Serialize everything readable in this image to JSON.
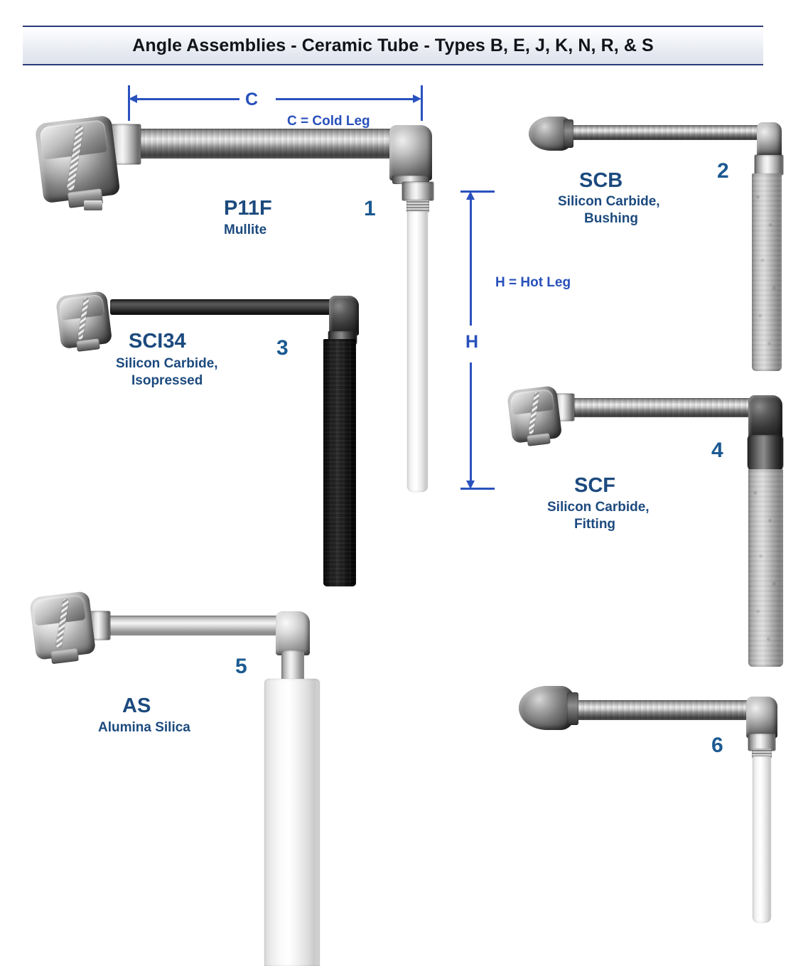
{
  "title": {
    "text": "Angle Assemblies - Ceramic Tube - Types B, E, J, K, N, R, & S"
  },
  "annotations": {
    "cold_leg_symbol": "C",
    "cold_leg_legend": "C = Cold Leg",
    "hot_leg_symbol": "H",
    "hot_leg_legend": "H = Hot Leg"
  },
  "colors": {
    "label_blue": "#1c4a7e",
    "number_blue": "#1c5a92",
    "dimension_blue": "#2a52be",
    "title_border": "#2b3a7a"
  },
  "assemblies": [
    {
      "number": "1",
      "code": "P11F",
      "material_line1": "Mullite",
      "material_line2": "",
      "tube_style": "white-ceramic"
    },
    {
      "number": "2",
      "code": "SCB",
      "material_line1": "Silicon Carbide,",
      "material_line2": "Bushing",
      "tube_style": "grey-silicon-carbide"
    },
    {
      "number": "3",
      "code": "SCI34",
      "material_line1": "Silicon Carbide,",
      "material_line2": "Isopressed",
      "tube_style": "black-silicon-carbide"
    },
    {
      "number": "4",
      "code": "SCF",
      "material_line1": "Silicon Carbide,",
      "material_line2": "Fitting",
      "tube_style": "grey-silicon-carbide"
    },
    {
      "number": "5",
      "code": "AS",
      "material_line1": "Alumina Silica",
      "material_line2": "",
      "tube_style": "white-ceramic"
    },
    {
      "number": "6",
      "code": "",
      "material_line1": "",
      "material_line2": "",
      "tube_style": "white-ceramic"
    }
  ]
}
